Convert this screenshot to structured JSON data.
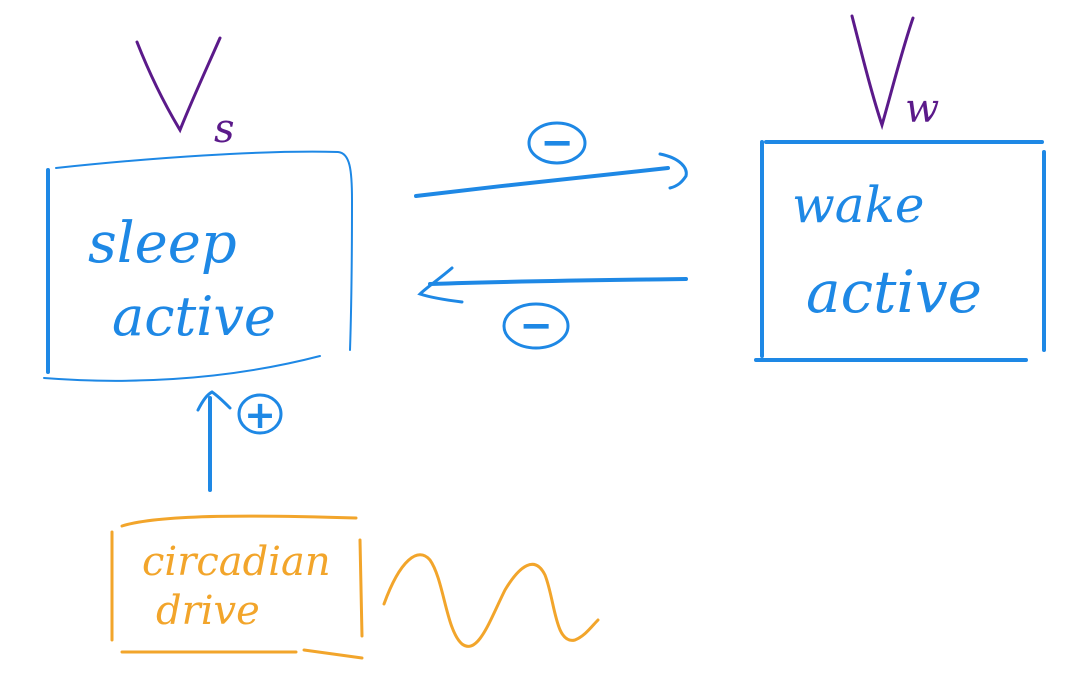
{
  "variables": {
    "sleep_symbol_main": "V",
    "sleep_symbol_sub": "s",
    "wake_symbol_main": "V",
    "wake_symbol_sub": "w"
  },
  "nodes": {
    "sleep": {
      "line1": "sleep",
      "line2": "active"
    },
    "wake": {
      "line1": "wake",
      "line2": "active"
    },
    "circadian": {
      "line1": "circadian",
      "line2": "drive"
    }
  },
  "edges": {
    "sleep_to_wake_sign": "−",
    "wake_to_sleep_sign": "−",
    "circadian_to_sleep_sign": "+"
  },
  "colors": {
    "blue": "#1e88e5",
    "orange": "#f2a52b",
    "purple": "#5b1a8a"
  }
}
